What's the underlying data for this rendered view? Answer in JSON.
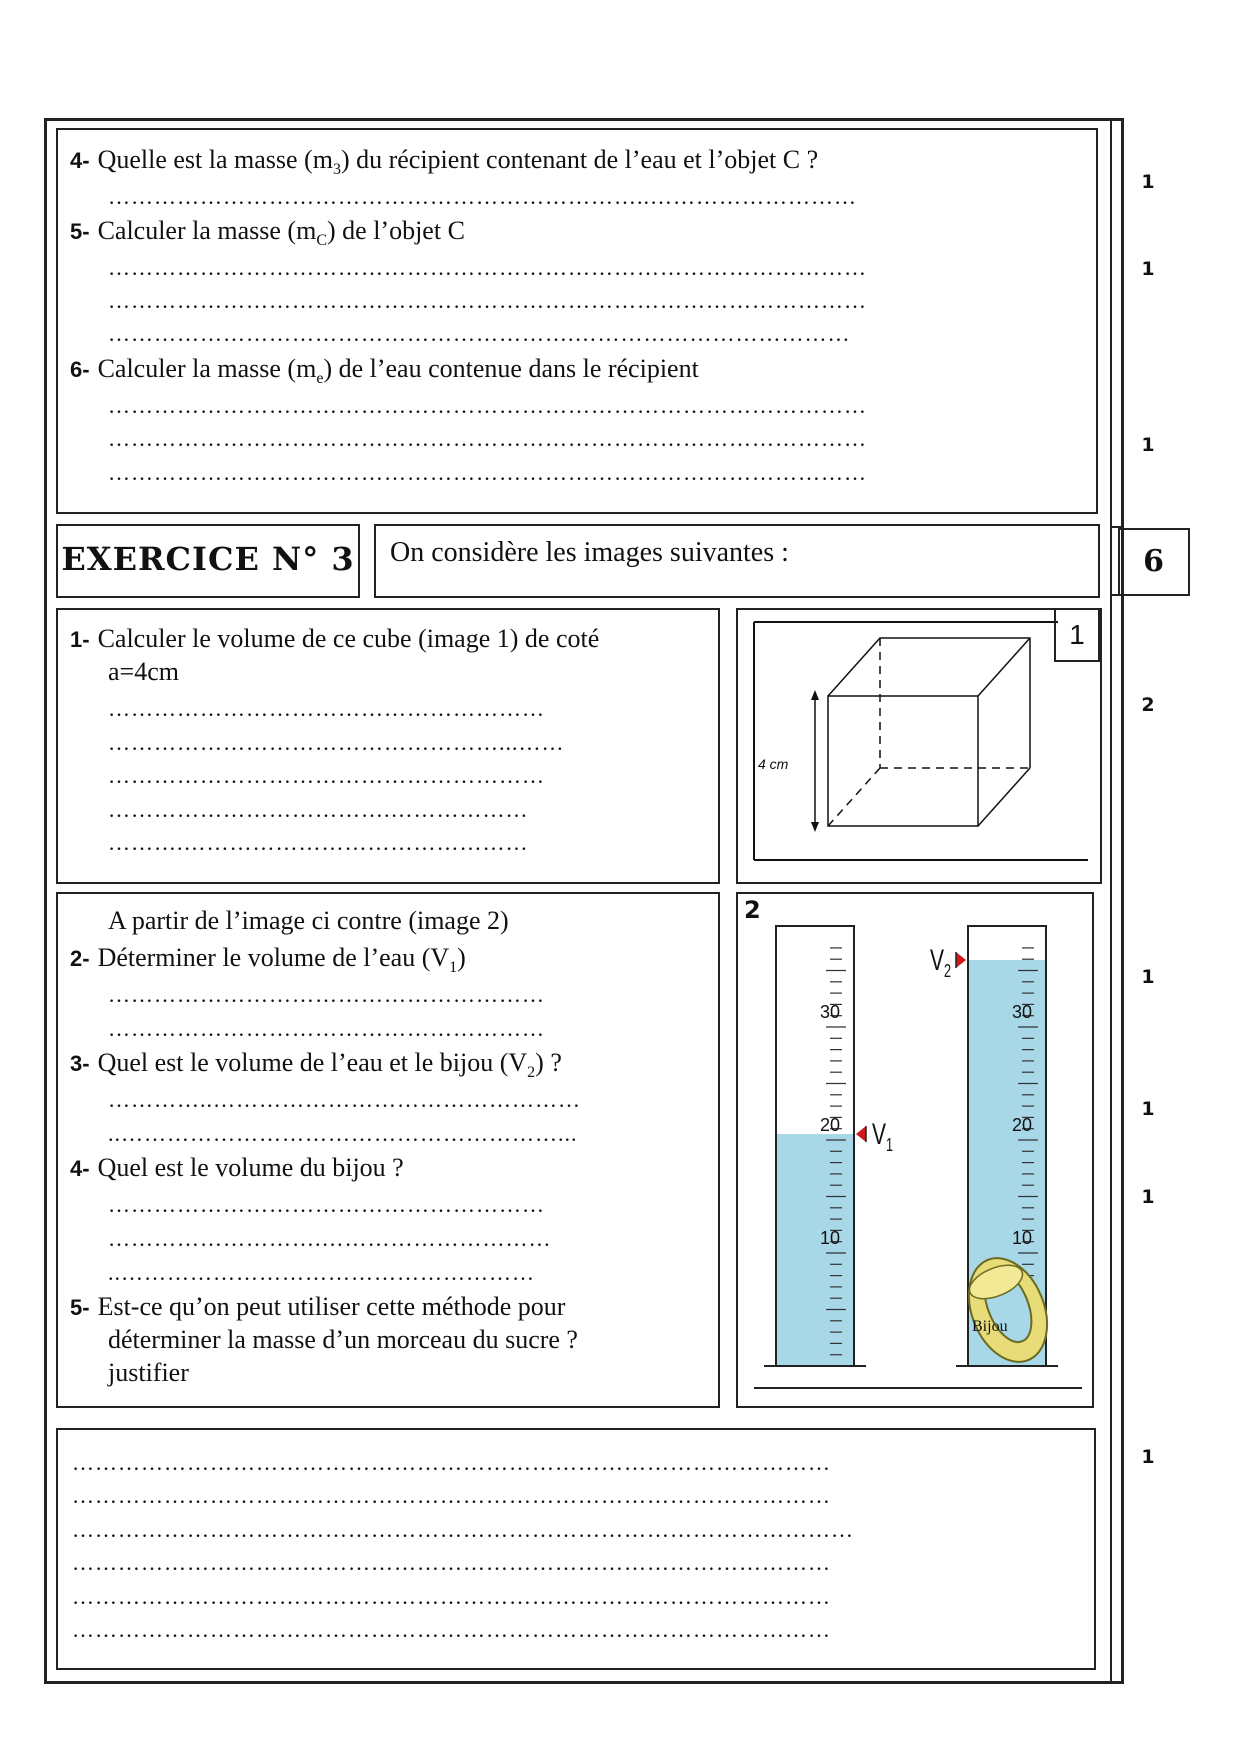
{
  "top": {
    "q4": {
      "num": "4-",
      "text_a": "Quelle est la masse (m",
      "sub": "3",
      "text_b": ") du récipient contenant de l’eau et l’objet C ?"
    },
    "q4_dots": [
      "……………………………………………………………..………………………"
    ],
    "q5": {
      "num": "5-",
      "text_a": "Calculer la masse (m",
      "sub": "C",
      "text_b": ") de l’objet C"
    },
    "q5_dots": [
      "………………………………………………………………………………………",
      "………………………………………………………………………………………",
      "…………………………………………………….………………………………"
    ],
    "q6": {
      "num": "6-",
      "text_a": "Calculer la masse (m",
      "sub": "e",
      "text_b": ") de l’eau contenue dans le récipient"
    },
    "q6_dots": [
      "………………………………………………………………………………………",
      "………………………………………………………………………………………",
      "………………………………………………………………………………………"
    ]
  },
  "exercise": {
    "title": "EXERCICE N° 3",
    "intro": "On considère les images suivantes :",
    "total": "6"
  },
  "cube_section": {
    "q1": {
      "num": "1-",
      "line1": "Calculer le volume de ce cube (image 1) de coté",
      "line2": "a=4cm"
    },
    "q1_dots": [
      "…………………………………………………",
      "……………………………………………...……",
      "…………………………………………………",
      "……………………………….………………",
      "……….………………………………………"
    ],
    "image_label": "1",
    "dimension_label": "4 cm"
  },
  "cylinder_section": {
    "intro": "A partir de l’image ci contre (image 2)",
    "q2": {
      "num": "2-",
      "text_a": "Déterminer le volume de l’eau (V",
      "sub": "1",
      "text_b": ")"
    },
    "q2_dots": [
      "…………………………………………………",
      "…………………………………………………"
    ],
    "q3": {
      "num": "3-",
      "text_a": "Quel est le volume de l’eau et le bijou (V",
      "sub": "2",
      "text_b": ") ?"
    },
    "q3_dots": [
      "…………..…………………………………………",
      "..…………………………………………………..."
    ],
    "q4": {
      "num": "4-",
      "text": "Quel est le volume du bijou ?"
    },
    "q4_dots": [
      "…………………………………………………",
      "……………………….…………………………",
      "..………………………………………………"
    ],
    "q5": {
      "num": "5-",
      "line1": "Est-ce qu’on peut utiliser cette méthode pour",
      "line2": "déterminer la masse d’un morceau du sucre ?",
      "line3": "justifier"
    },
    "image_label": "2",
    "tick_labels": [
      "30",
      "20",
      "10"
    ],
    "v1_label": "V",
    "v1_sub": "1",
    "v2_label": "V",
    "v2_sub": "2",
    "bijou_label": "Bijou",
    "v1_value": 20,
    "scale_max": 35
  },
  "answer_box": {
    "dots": [
      "………………………………………………………………………………………",
      "………………………………………………………………………………………",
      "…………………………………………………………………………………………",
      "………………………………………………………………………………………",
      "………………………………………………………………………………………",
      "………………………………………………………………………………………"
    ]
  },
  "points": {
    "q4": "1",
    "q5": "1",
    "q6": "1",
    "ex3_q1": "2",
    "ex3_q2": "1",
    "ex3_q3": "1",
    "ex3_q4": "1",
    "ex3_q5": "1"
  },
  "colors": {
    "water": "#a8d8e8",
    "marker": "#d01818",
    "ring": "#e8d870"
  }
}
